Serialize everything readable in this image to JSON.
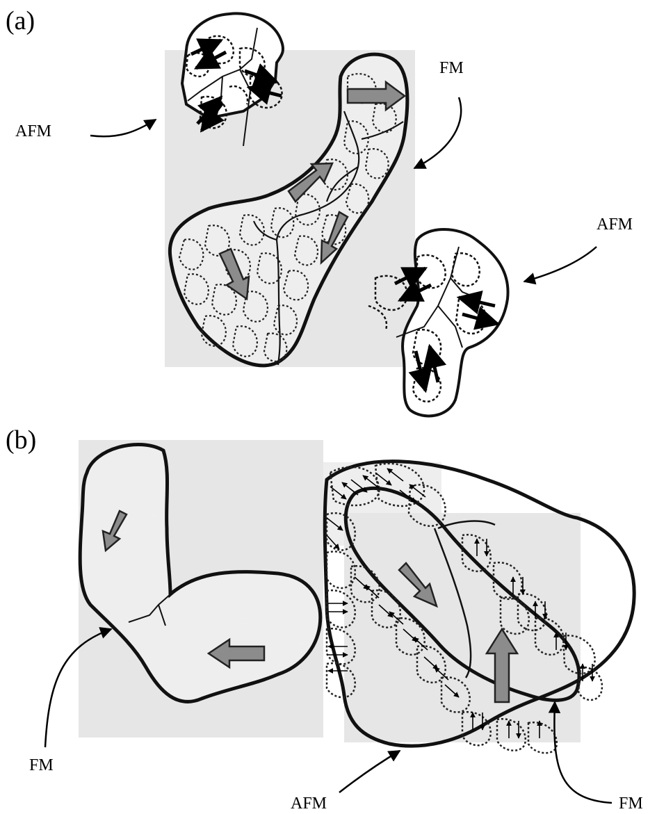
{
  "panels": {
    "a": {
      "label": "(a)"
    },
    "b": {
      "label": "(b)"
    }
  },
  "annotations": {
    "a_afm_left": "AFM",
    "a_fm": "FM",
    "a_afm_right": "AFM",
    "b_fm_left": "FM",
    "b_afm": "AFM",
    "b_fm_right": "FM"
  },
  "colors": {
    "outline": "#111111",
    "grain_fill": "#ececec",
    "marble_base": "#dcdcdc",
    "arrow_fill": "#8c8c8c",
    "spin_arrow": "#000000",
    "background": "#ffffff"
  },
  "icons": {
    "large_arrow": "gray-block-arrow-icon",
    "spin_arrow": "black-spin-arrow-icon",
    "pointer_arrow": "curved-pointer-arrow-icon"
  }
}
